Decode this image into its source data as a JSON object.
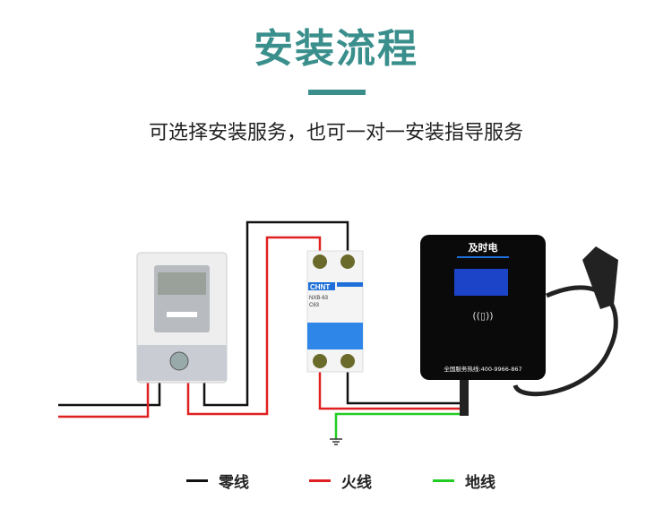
{
  "title": "安装流程",
  "subtitle": "可选择安装服务，也可一对一安装指导服务",
  "devices": {
    "breaker_brand": "CHNT",
    "breaker_model": "NXB-63",
    "breaker_rating": "C63",
    "charger_brand": "及时电",
    "charger_hotline": "全国服务热线:400-9966-867"
  },
  "legend": [
    {
      "label": "零线",
      "color": "#111111"
    },
    {
      "label": "火线",
      "color": "#e02020"
    },
    {
      "label": "地线",
      "color": "#22cc22"
    }
  ],
  "colors": {
    "accent": "#3a8f8c"
  }
}
